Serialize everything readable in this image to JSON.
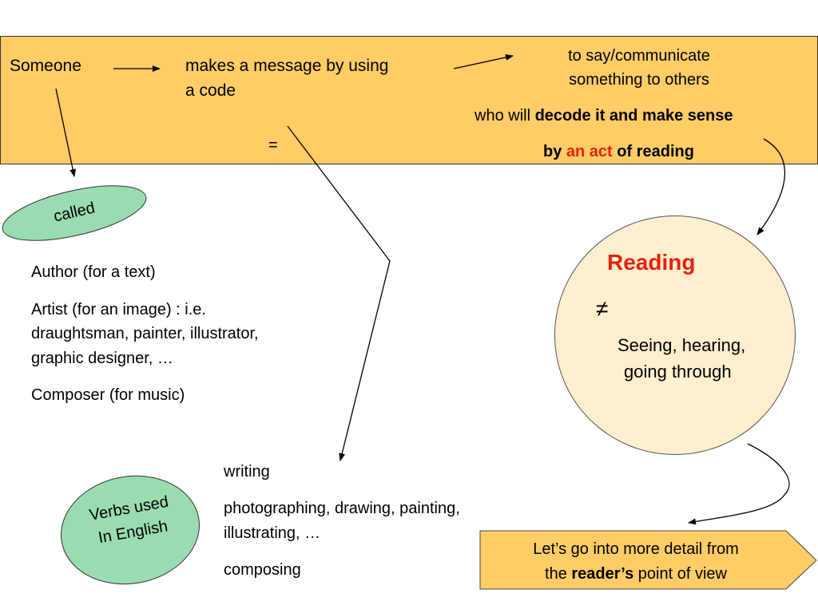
{
  "band": {
    "someone": "Someone",
    "makes_message": [
      "makes a message by using",
      "a code"
    ],
    "to_say": [
      "to say/communicate",
      "something to others"
    ],
    "who_will_prefix": "who will ",
    "who_will_bold": "decode it and make sense",
    "equals": "=",
    "by_prefix": "by ",
    "by_red": "an act",
    "by_suffix": " of reading"
  },
  "called_label": "called",
  "roles": [
    "Author (for a text)",
    "Artist (for an image) : i.e.",
    "draughtsman, painter, illustrator,",
    "graphic designer, …",
    "Composer (for music)"
  ],
  "reading": {
    "title": "Reading",
    "not_equal": "≠",
    "lines": [
      "Seeing, hearing,",
      "going through"
    ]
  },
  "verbs_label": [
    "Verbs used",
    "In English"
  ],
  "verbs": [
    "writing",
    "photographing, drawing, painting,",
    "illustrating, …",
    "composing"
  ],
  "reader_box": {
    "line1": "Let’s go into more detail from",
    "line2_prefix": "the ",
    "line2_bold": "reader’s",
    "line2_suffix": " point of view"
  },
  "colors": {
    "band": "#ffcc66",
    "ellipse": "#99dcb2",
    "circle": "#ffefcf",
    "accent_red": "#e8220e"
  }
}
